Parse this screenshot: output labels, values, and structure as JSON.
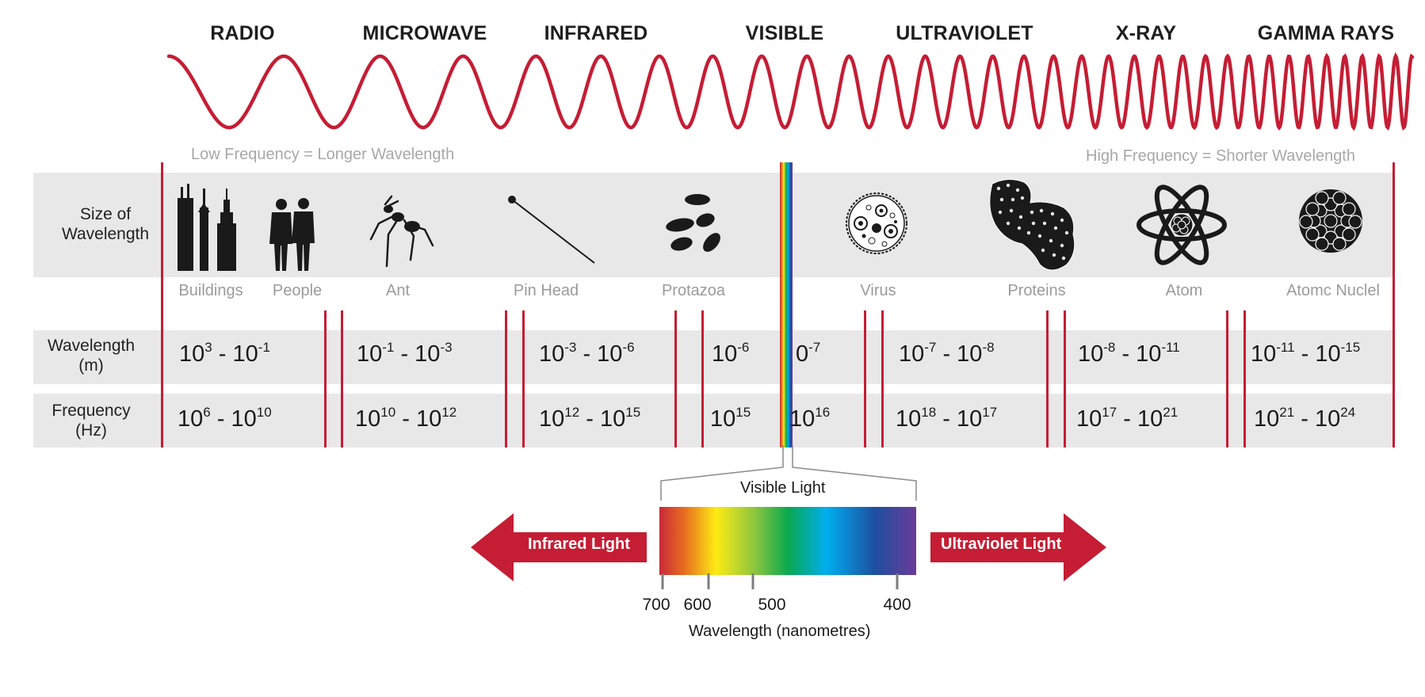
{
  "bands": [
    "RADIO",
    "MICROWAVE",
    "INFRARED",
    "VISIBLE",
    "ULTRAVIOLET",
    "X-RAY",
    "GAMMA RAYS"
  ],
  "notes": {
    "low": "Low Frequency = Longer Wavelength",
    "high": "High Frequency = Shorter Wavelength"
  },
  "row_labels": {
    "size": "Size of Wavelength",
    "size_line1": "Size of",
    "size_line2": "Wavelength",
    "wavelength_line1": "Wavelength",
    "wavelength_line2": "(m)",
    "frequency_line1": "Frequency",
    "frequency_line2": "(Hz)"
  },
  "objects": [
    "Buildings",
    "People",
    "Ant",
    "Pin Head",
    "Protazoa",
    "Virus",
    "Proteins",
    "Atom",
    "Atomc Nuclel"
  ],
  "wavelengths": [
    {
      "a": "10",
      "ae": "3",
      "sep": " - ",
      "b": "10",
      "be": "-1"
    },
    {
      "a": "10",
      "ae": "-1",
      "sep": " - ",
      "b": "10",
      "be": "-3"
    },
    {
      "a": "10",
      "ae": "-3",
      "sep": " - ",
      "b": "10",
      "be": "-6"
    },
    {
      "a": "10",
      "ae": "-6",
      "sep": "",
      "b": "",
      "be": ""
    },
    {
      "a": "0",
      "ae": "-7",
      "sep": "",
      "b": "",
      "be": ""
    },
    {
      "a": "10",
      "ae": "-7",
      "sep": " - ",
      "b": "10",
      "be": "-8"
    },
    {
      "a": "10",
      "ae": "-8",
      "sep": " - ",
      "b": "10",
      "be": "-11"
    },
    {
      "a": "10",
      "ae": "-11",
      "sep": " - ",
      "b": "10",
      "be": "-15"
    }
  ],
  "frequencies": [
    {
      "a": "10",
      "ae": "6",
      "sep": " - ",
      "b": "10",
      "be": "10"
    },
    {
      "a": "10",
      "ae": "10",
      "sep": " - ",
      "b": "10",
      "be": "12"
    },
    {
      "a": "10",
      "ae": "12",
      "sep": " - ",
      "b": "10",
      "be": "15"
    },
    {
      "a": "10",
      "ae": "15",
      "sep": "",
      "b": "",
      "be": ""
    },
    {
      "a": "10",
      "ae": "16",
      "sep": "",
      "b": "",
      "be": ""
    },
    {
      "a": "10",
      "ae": "18",
      "sep": " - ",
      "b": "10",
      "be": "17"
    },
    {
      "a": "10",
      "ae": "17",
      "sep": " - ",
      "b": "10",
      "be": "21"
    },
    {
      "a": "10",
      "ae": "21",
      "sep": " - ",
      "b": "10",
      "be": "24"
    }
  ],
  "visible": {
    "title": "Visible Light",
    "left_arrow": "Infrared Light",
    "right_arrow": "Ultraviolet Light",
    "axis_label": "Wavelength (nanometres)",
    "ticks": [
      "700",
      "600",
      "500",
      "400"
    ]
  },
  "colors": {
    "accent_red": "#c51d34",
    "strip_gray": "#e8e8e9",
    "note_gray": "#a8a8a8",
    "spectrum": [
      "#c9283a",
      "#e8701f",
      "#fdea14",
      "#8ec63f",
      "#0aa84f",
      "#00aeef",
      "#1e4fa0",
      "#6a3b98"
    ]
  },
  "icons": [
    "buildings-icon",
    "people-icon",
    "ant-icon",
    "pin-head-icon",
    "protozoa-icon",
    "virus-icon",
    "proteins-icon",
    "atom-icon",
    "atomic-nuclei-icon"
  ]
}
